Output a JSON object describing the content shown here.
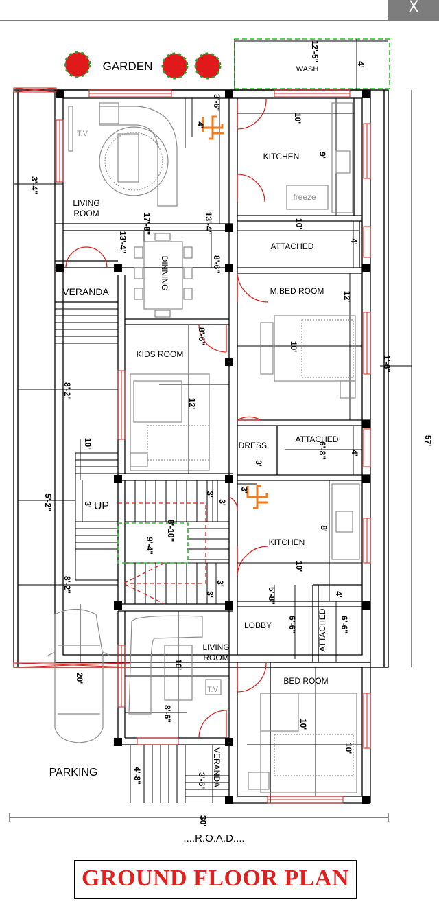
{
  "window": {
    "close_label": "X"
  },
  "title": "GROUND FLOOR PLAN",
  "road_label": "....R.O.A.D....",
  "colors": {
    "wall": "#000000",
    "window": "#e0201c",
    "door": "#e0201c",
    "stair_dash": "#e0201c",
    "garden_dash": "#22c322",
    "title": "#e0201c",
    "swastik": "#f07b1f",
    "furniture": "#8c8c8c"
  },
  "rooms": {
    "garden": "GARDEN",
    "wash": "WASH",
    "kitchen_top": "KITCHEN",
    "freeze": "freeze",
    "tv_top": "T.V",
    "living_top_1": "LIVING",
    "living_top_2": "ROOM",
    "attached_top": "ATTACHED",
    "dining": "DINNING",
    "veranda_left": "VERANDA",
    "master_bed": "M.BED ROOM",
    "kids_room": "KIDS ROOM",
    "dress": "DRESS.",
    "attached_mid": "ATTACHED",
    "up": "UP",
    "kitchen_bottom": "KITCHEN",
    "lobby": "LOBBY",
    "attached_bottom": "ATTACHED",
    "living_bottom_1": "LIVING",
    "living_bottom_2": "ROOM",
    "tv_bottom": "T.V",
    "bed_room": "BED ROOM",
    "veranda_bottom": "VERANDA",
    "parking": "PARKING"
  },
  "dimensions": {
    "d_12_5": "12'-5\"",
    "d_4_wash": "4'",
    "d_3_6_top": "3'-6\"",
    "d_4_top": "4'",
    "d_10_kitchen": "10'",
    "d_9_kitchen": "9'",
    "d_3_4_left": "3'-4\"",
    "d_17_8": "17'-8\"",
    "d_13_4": "13'-4\"",
    "d_10_attached": "10'",
    "d_4_attached": "4'",
    "d_3_4_dining": "13'-4\"",
    "d_8_6_dining": "8'-6\"",
    "d_12_mbed": "12'",
    "d_8_6_kids": "8'-6\"",
    "d_10_mbed": "10'",
    "d_1_6": "1'-6\"",
    "d_57": "57'",
    "d_8_2_top": "8'-2\"",
    "d_12_kids": "12'",
    "d_10_small": "10'",
    "d_6_8": "6'-8\"",
    "d_4_mid": "4'",
    "d_3_dress": "3'",
    "d_5_2": "5'-2\"",
    "d_3_up": "3'",
    "d_3_stair_a": "3'",
    "d_3_stair_b": "3'",
    "d_3_kitchen": "3'",
    "d_8_10": "8'-10\"",
    "d_9_4": "9'-4\"",
    "d_8_kitchen": "8'",
    "d_10_kitchen_b": "10'",
    "d_8_2_bottom": "8'-2\"",
    "d_3_stair_c": "3'",
    "d_3_stair_d": "3'",
    "d_5_8": "5'-8\"",
    "d_4_lobby": "4'",
    "d_6_6_a": "6'-6\"",
    "d_6_6_b": "6'-6\"",
    "d_20": "20'",
    "d_10_living": "10'",
    "d_8_6_living": "8'-6\"",
    "d_10_bed": "10'",
    "d_10_bed_b": "10'",
    "d_4_8": "4'-8\"",
    "d_3_6_veranda": "3'-6\"",
    "d_30": "30'"
  }
}
